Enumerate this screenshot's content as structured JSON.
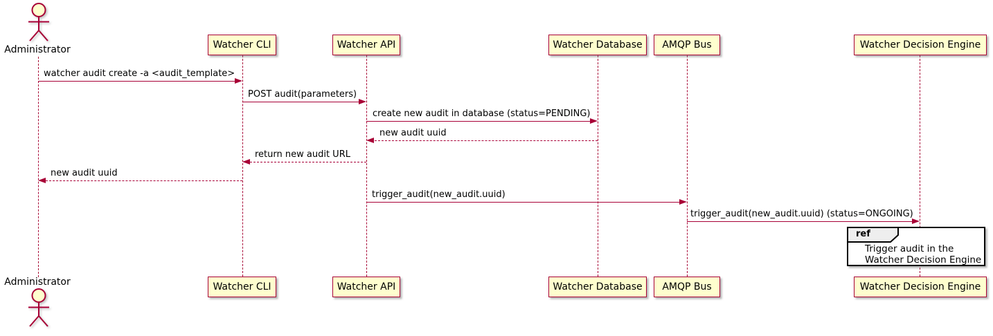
{
  "diagram": {
    "type": "uml-sequence-diagram",
    "actor": {
      "label": "Administrator"
    },
    "participants": [
      {
        "label": "Watcher CLI"
      },
      {
        "label": "Watcher API"
      },
      {
        "label": "Watcher Database"
      },
      {
        "label": "AMQP Bus"
      },
      {
        "label": "Watcher Decision Engine"
      }
    ],
    "messages": [
      {
        "from": "Administrator",
        "to": "Watcher CLI",
        "style": "solid",
        "label": "watcher audit create -a <audit_template>"
      },
      {
        "from": "Watcher CLI",
        "to": "Watcher API",
        "style": "solid",
        "label": "POST audit(parameters)"
      },
      {
        "from": "Watcher API",
        "to": "Watcher Database",
        "style": "solid",
        "label": "create new audit in database (status=PENDING)"
      },
      {
        "from": "Watcher Database",
        "to": "Watcher API",
        "style": "dashed",
        "label": "new audit uuid"
      },
      {
        "from": "Watcher API",
        "to": "Watcher CLI",
        "style": "dashed",
        "label": "return new audit URL"
      },
      {
        "from": "Watcher CLI",
        "to": "Administrator",
        "style": "dashed",
        "label": "new audit uuid"
      },
      {
        "from": "Watcher API",
        "to": "AMQP Bus",
        "style": "solid",
        "label": "trigger_audit(new_audit.uuid)"
      },
      {
        "from": "AMQP Bus",
        "to": "Watcher Decision Engine",
        "style": "solid",
        "label": "trigger_audit(new_audit.uuid) (status=ONGOING)"
      }
    ],
    "ref": {
      "keyword": "ref",
      "lines": [
        "Trigger audit in the",
        "Watcher Decision Engine"
      ]
    }
  },
  "colors": {
    "participant_fill": "#FEFECE",
    "participant_border": "#A80036",
    "lifeline": "#A80036",
    "arrow": "#A80036",
    "ref_border": "#000000",
    "ref_header_fill": "#EEEEEE",
    "text": "#000000"
  }
}
